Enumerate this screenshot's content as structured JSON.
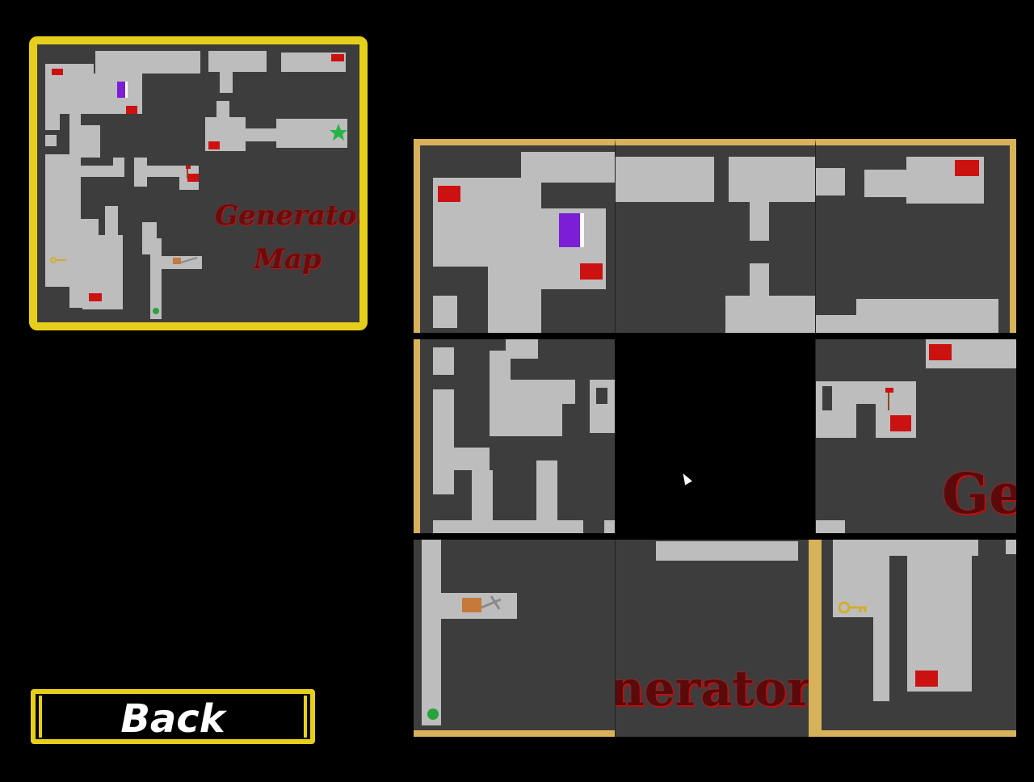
{
  "minimap": {
    "title_line1": "Generator",
    "title_line2": "Map",
    "frame_color": "#e6cf1a",
    "icons": [
      "red-room-marker",
      "purple-door-icon",
      "green-star-icon",
      "key-icon",
      "axe-icon",
      "crossbow-icon",
      "green-dot-icon"
    ]
  },
  "puzzle": {
    "frame_color": "#d8b25a",
    "tiles": [
      {
        "id": "t1",
        "row": 1,
        "col": 1,
        "text": ""
      },
      {
        "id": "t2",
        "row": 1,
        "col": 2,
        "text": ""
      },
      {
        "id": "t3",
        "row": 1,
        "col": 3,
        "text": ""
      },
      {
        "id": "t4",
        "row": 2,
        "col": 1,
        "text": ""
      },
      {
        "id": "t5",
        "row": 2,
        "col": 2,
        "text": "",
        "empty": true
      },
      {
        "id": "t6",
        "row": 2,
        "col": 3,
        "text": "Ge"
      },
      {
        "id": "t7",
        "row": 3,
        "col": 1,
        "text": ""
      },
      {
        "id": "t8",
        "row": 3,
        "col": 2,
        "text": "nerator"
      },
      {
        "id": "t9",
        "row": 3,
        "col": 3,
        "text": ""
      }
    ]
  },
  "back_button": {
    "label": "Back"
  },
  "colors": {
    "floor": "#bdbdbd",
    "wall": "#3d3d3d",
    "marker_red": "#cc1111",
    "door_purple": "#7a1fd6",
    "star_green": "#27b347"
  }
}
